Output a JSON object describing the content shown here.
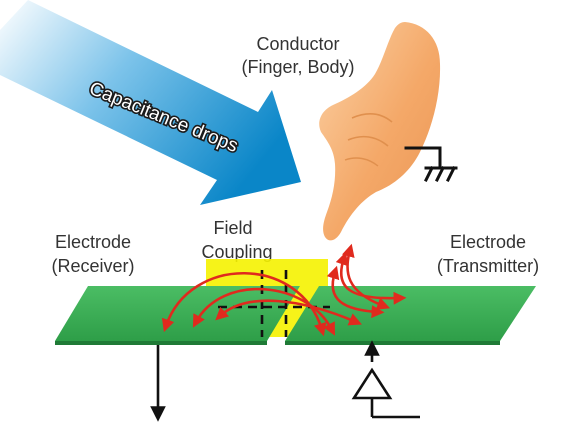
{
  "labels": {
    "arrow_text": "Capacitance drops",
    "conductor_line1": "Conductor",
    "conductor_line2": "(Finger, Body)",
    "field_line1": "Field",
    "field_line2": "Coupling",
    "receiver_line1": "Electrode",
    "receiver_line2": "(Receiver)",
    "transmitter_line1": "Electrode",
    "transmitter_line2": "(Transmitter)"
  },
  "icons": {
    "hand": "pointing-hand-icon",
    "ground": "ground-symbol-icon",
    "amplifier": "triangle-amplifier-icon",
    "output": "down-arrow-icon"
  },
  "colors": {
    "electrode": "#2e9e48",
    "coupling_highlight": "#f5f200",
    "field_lines": "#e02a1e",
    "finger": "#f4a868",
    "arrow_start": "#ffffff",
    "arrow_end": "#0a86c8"
  }
}
